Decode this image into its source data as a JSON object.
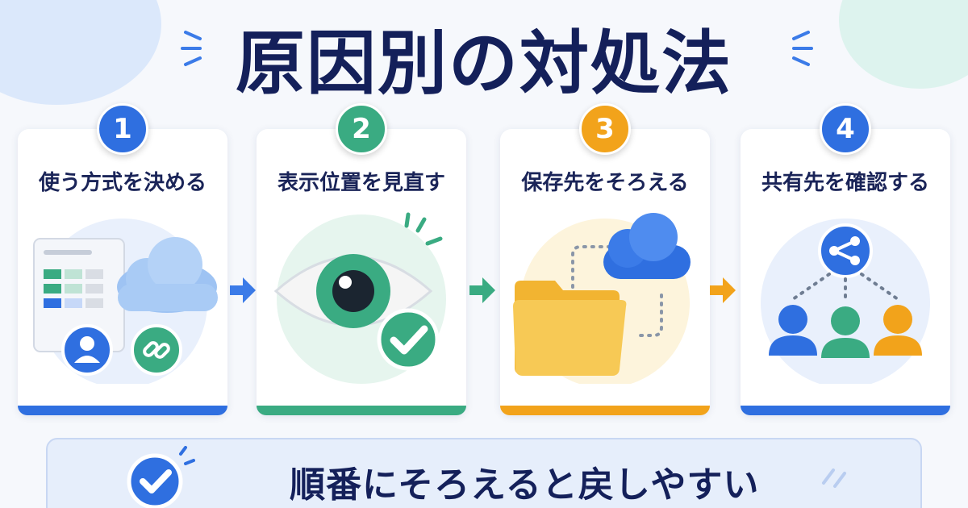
{
  "page": {
    "title": "原因別の対処法"
  },
  "steps": [
    {
      "number": "1",
      "label": "使う方式を決める",
      "color": "#2f6fe0",
      "icons": [
        "spreadsheet-icon",
        "cloud-icon",
        "user-icon",
        "link-icon"
      ]
    },
    {
      "number": "2",
      "label": "表示位置を見直す",
      "color": "#3aab82",
      "icons": [
        "eye-icon",
        "check-icon"
      ]
    },
    {
      "number": "3",
      "label": "保存先をそろえる",
      "color": "#f2a31b",
      "icons": [
        "folder-icon",
        "cloud-icon"
      ]
    },
    {
      "number": "4",
      "label": "共有先を確認する",
      "color": "#2f6fe0",
      "icons": [
        "share-icon",
        "people-icon"
      ]
    }
  ],
  "footer": {
    "text": "順番にそろえると戻しやすい",
    "icon": "check-icon"
  },
  "colors": {
    "navy": "#14205a",
    "blue": "#2f6fe0",
    "green": "#3aab82",
    "orange": "#f2a31b"
  }
}
